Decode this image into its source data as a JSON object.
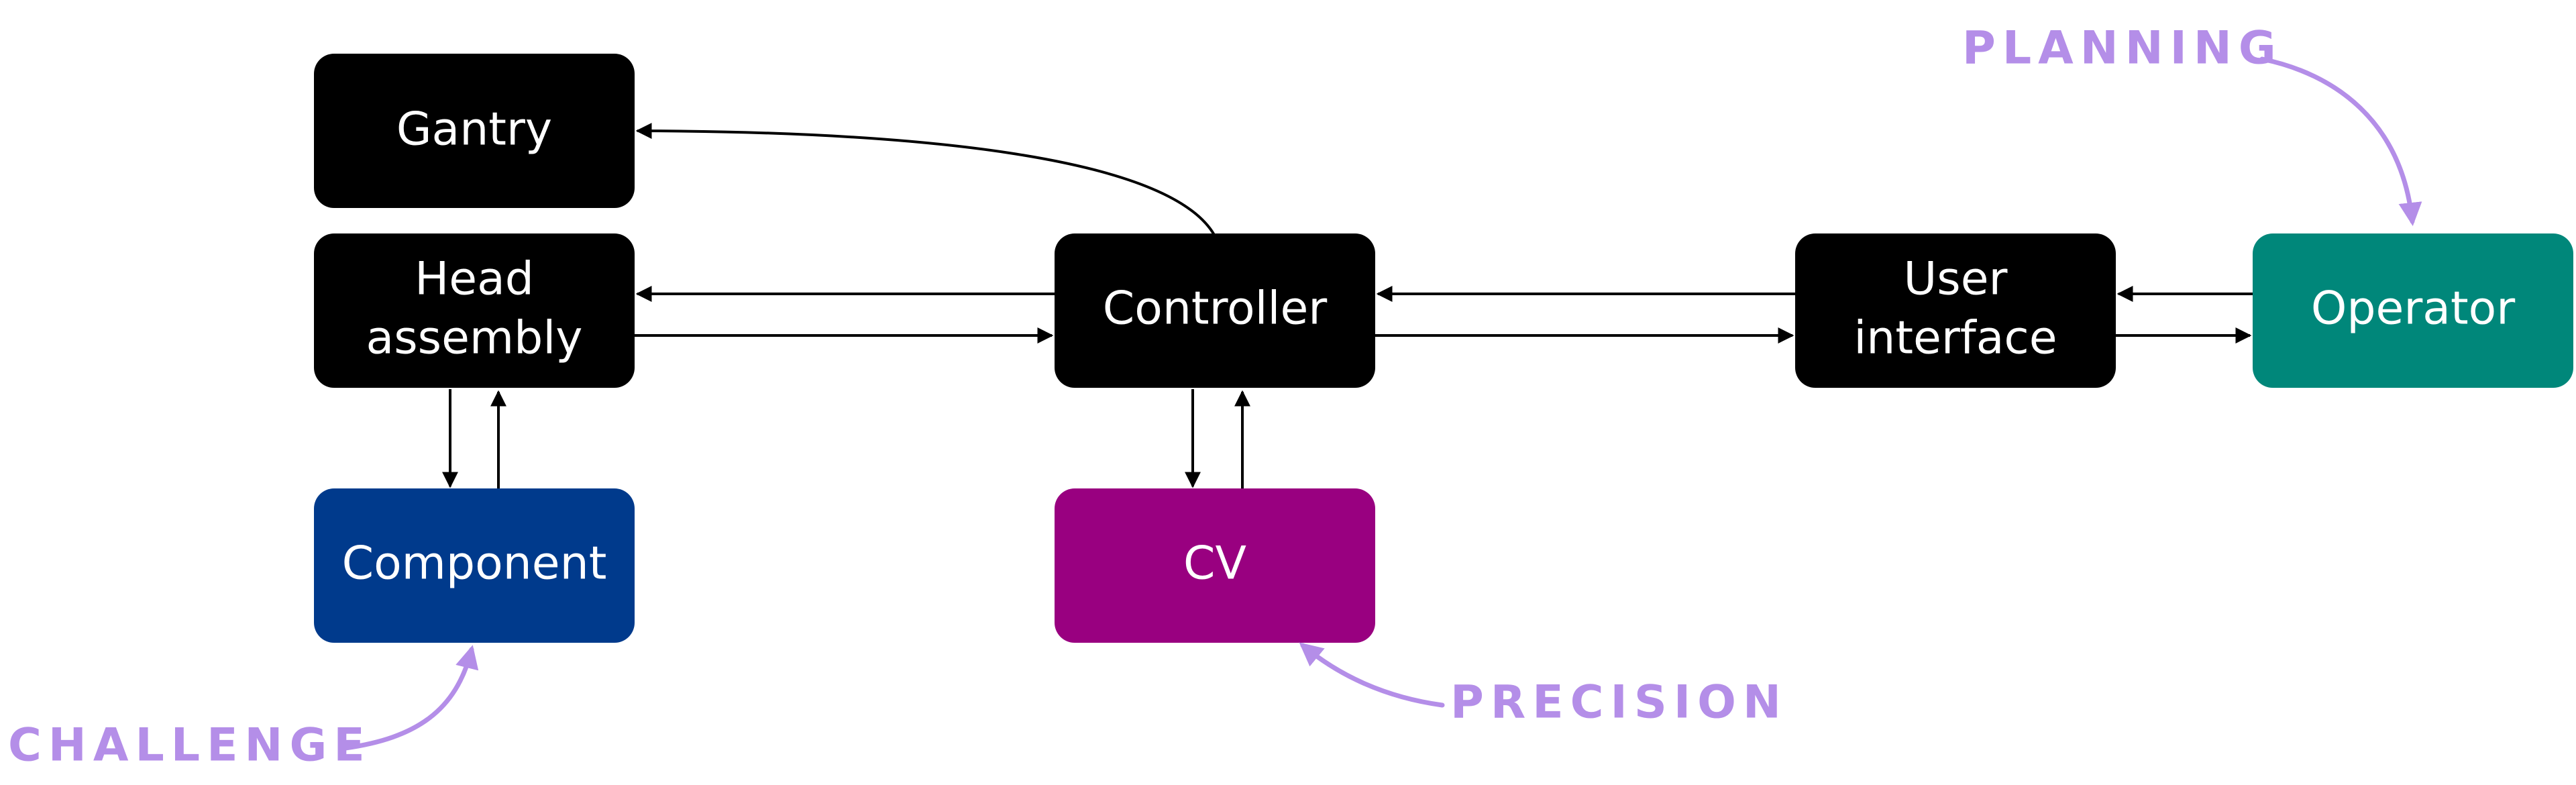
{
  "nodes": {
    "gantry": {
      "lines": [
        "Gantry"
      ],
      "color": "#000000"
    },
    "head": {
      "lines": [
        "Head",
        "assembly"
      ],
      "color": "#000000"
    },
    "component": {
      "lines": [
        "Component"
      ],
      "color": "#003a8c"
    },
    "controller": {
      "lines": [
        "Controller"
      ],
      "color": "#000000"
    },
    "cv": {
      "lines": [
        "CV"
      ],
      "color": "#990080"
    },
    "ui": {
      "lines": [
        "User",
        "interface"
      ],
      "color": "#000000"
    },
    "operator": {
      "lines": [
        "Operator"
      ],
      "color": "#00877a"
    }
  },
  "annotations": {
    "planning": "PLANNING",
    "precision": "PRECISION",
    "challenge": "CHALLENGE",
    "color": "#b48ee8"
  }
}
